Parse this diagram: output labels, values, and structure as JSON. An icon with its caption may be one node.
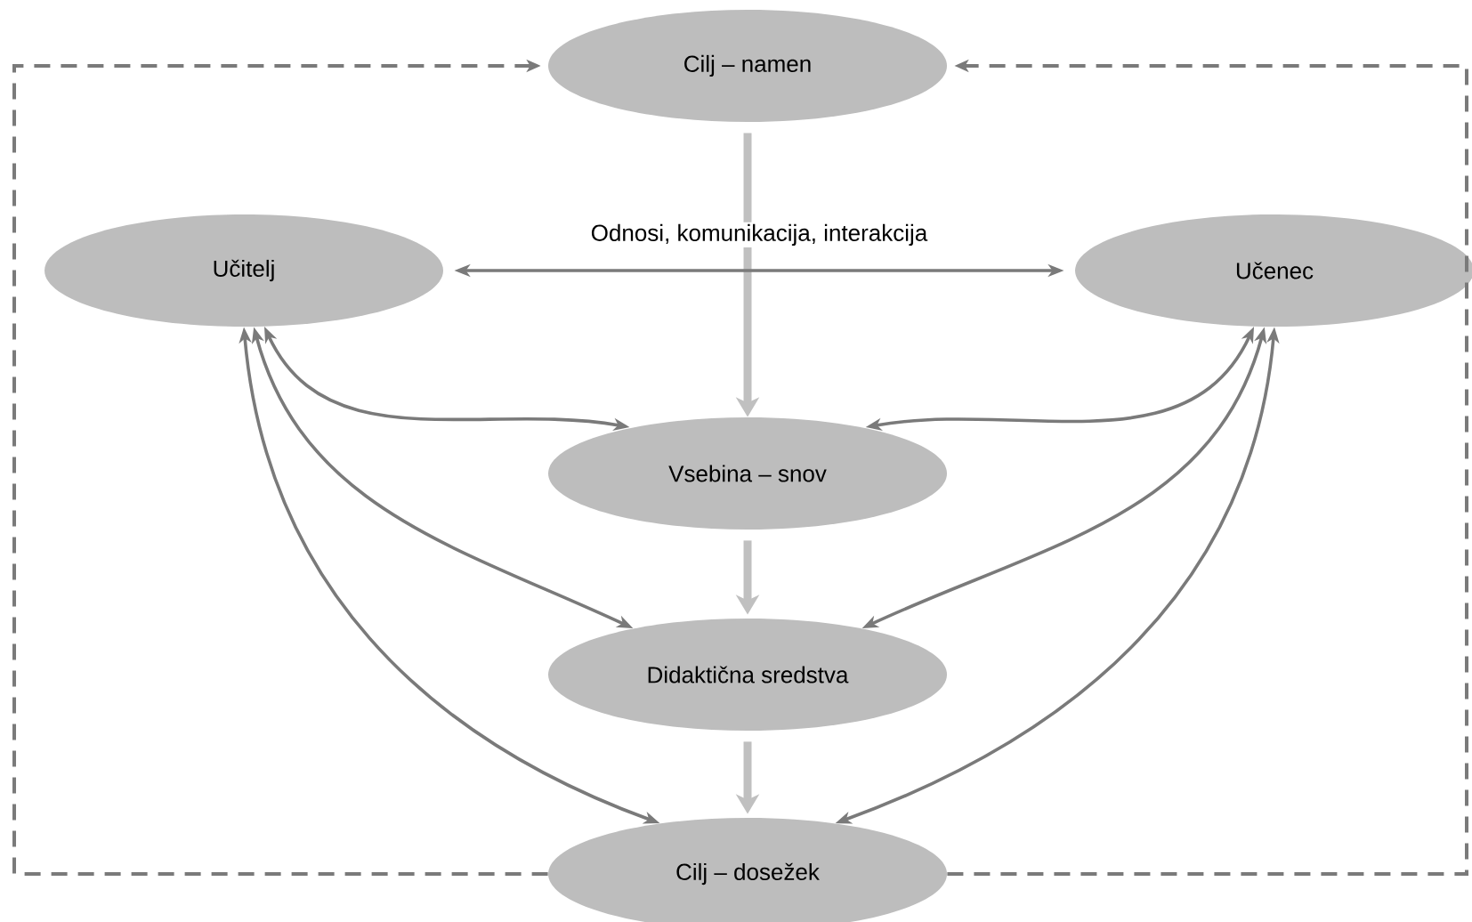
{
  "diagram": {
    "nodes": [
      {
        "text": [
          "Cilj – namen"
        ]
      },
      {
        "text": [
          "Učitelj"
        ]
      },
      {
        "text": [
          "Učenec"
        ]
      },
      {
        "text": [
          "Vsebina – snov"
        ]
      },
      {
        "text": [
          "Didaktična sredstva"
        ]
      },
      {
        "text": [
          "Cilj – dosežek"
        ]
      }
    ],
    "edges": [
      {
        "from": 0,
        "to": 3,
        "arrow": "to",
        "style": "thick",
        "color": "#c0c0c0"
      },
      {
        "from": 1,
        "to": 2,
        "arrow": "both",
        "label": "Odnosi, komunikacija, interakcija"
      },
      {
        "from": 1,
        "to": 3,
        "arrow": "both"
      },
      {
        "from": 1,
        "to": 4,
        "arrow": "both"
      },
      {
        "from": 1,
        "to": 5,
        "arrow": "both"
      },
      {
        "from": 2,
        "to": 3,
        "arrow": "both"
      },
      {
        "from": 2,
        "to": 4,
        "arrow": "both"
      },
      {
        "from": 2,
        "to": 5,
        "arrow": "both"
      },
      {
        "from": 3,
        "to": 4,
        "arrow": "to",
        "style": "thick",
        "color": "#c0c0c0"
      },
      {
        "from": 4,
        "to": 5,
        "arrow": "to",
        "style": "thick",
        "color": "#c0c0c0"
      },
      {
        "from": 5,
        "to": 0,
        "arrow": "to",
        "style": "dashed"
      },
      {
        "from": 5,
        "to": 0,
        "arrow": "to",
        "style": "dashed"
      }
    ]
  }
}
